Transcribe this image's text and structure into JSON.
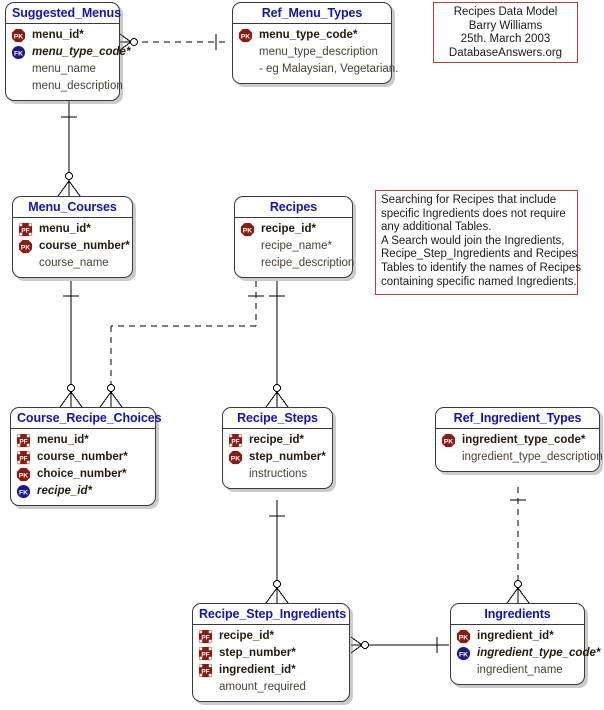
{
  "diagram": {
    "title": "Recipes Data Model",
    "background": "#ffffff",
    "entity_title_color": "#1414b4",
    "pk_color": "#8c1a10",
    "fk_color": "#1a1a8c",
    "note_border_color": "#c33b3b"
  },
  "title_note": {
    "lines": [
      "Recipes Data Model",
      "Barry Williams",
      "25th. March 2003",
      "DatabaseAnswers.org"
    ]
  },
  "search_note": {
    "lines": [
      "Searching for Recipes that include",
      "specific Ingredients does not require",
      "any additional Tables.",
      "A Search would join the Ingredients,",
      "Recipe_Step_Ingredients and Recipes",
      "Tables to identify the names of Recipes",
      "containing specific named Ingredients."
    ]
  },
  "entities": [
    {
      "id": "suggested_menus",
      "name": "Suggested_Menus",
      "attributes": [
        {
          "key": "PK",
          "name": "menu_id*",
          "style": "bold"
        },
        {
          "key": "FK",
          "name": "menu_type_code*",
          "style": "ital"
        },
        {
          "key": "",
          "name": "menu_name",
          "style": "plain"
        },
        {
          "key": "",
          "name": "menu_description",
          "style": "plain"
        }
      ]
    },
    {
      "id": "ref_menu_types",
      "name": "Ref_Menu_Types",
      "attributes": [
        {
          "key": "PK",
          "name": "menu_type_code*",
          "style": "bold"
        },
        {
          "key": "",
          "name": "menu_type_description",
          "style": "plain"
        },
        {
          "key": "",
          "name": "- eg Malaysian, Vegetarian.",
          "style": "plain"
        }
      ]
    },
    {
      "id": "menu_courses",
      "name": "Menu_Courses",
      "attributes": [
        {
          "key": "PF",
          "name": "menu_id*",
          "style": "bold"
        },
        {
          "key": "PK",
          "name": "course_number*",
          "style": "bold"
        },
        {
          "key": "",
          "name": "course_name",
          "style": "plain"
        }
      ]
    },
    {
      "id": "recipes",
      "name": "Recipes",
      "attributes": [
        {
          "key": "PK",
          "name": "recipe_id*",
          "style": "bold"
        },
        {
          "key": "",
          "name": "recipe_name*",
          "style": "plain"
        },
        {
          "key": "",
          "name": "recipe_description",
          "style": "plain"
        }
      ]
    },
    {
      "id": "course_recipe_choices",
      "name": "Course_Recipe_Choices",
      "attributes": [
        {
          "key": "PF",
          "name": "menu_id*",
          "style": "bold"
        },
        {
          "key": "PF",
          "name": "course_number*",
          "style": "bold"
        },
        {
          "key": "PK",
          "name": "choice_number*",
          "style": "bold"
        },
        {
          "key": "FK",
          "name": "recipe_id*",
          "style": "ital"
        }
      ]
    },
    {
      "id": "recipe_steps",
      "name": "Recipe_Steps",
      "attributes": [
        {
          "key": "PF",
          "name": "recipe_id*",
          "style": "bold"
        },
        {
          "key": "PK",
          "name": "step_number*",
          "style": "bold"
        },
        {
          "key": "",
          "name": "instructions",
          "style": "plain"
        }
      ]
    },
    {
      "id": "ref_ingredient_types",
      "name": "Ref_Ingredient_Types",
      "attributes": [
        {
          "key": "PK",
          "name": "ingredient_type_code*",
          "style": "bold"
        },
        {
          "key": "",
          "name": "ingredient_type_description",
          "style": "plain"
        }
      ]
    },
    {
      "id": "recipe_step_ingredients",
      "name": "Recipe_Step_Ingredients",
      "attributes": [
        {
          "key": "PF",
          "name": "recipe_id*",
          "style": "bold"
        },
        {
          "key": "PF",
          "name": "step_number*",
          "style": "bold"
        },
        {
          "key": "PF",
          "name": "ingredient_id*",
          "style": "bold"
        },
        {
          "key": "",
          "name": "amount_required",
          "style": "plain"
        }
      ]
    },
    {
      "id": "ingredients",
      "name": "Ingredients",
      "attributes": [
        {
          "key": "PK",
          "name": "ingredient_id*",
          "style": "bold"
        },
        {
          "key": "FK",
          "name": "ingredient_type_code*",
          "style": "ital"
        },
        {
          "key": "",
          "name": "ingredient_name",
          "style": "plain"
        }
      ]
    }
  ],
  "relationships": [
    {
      "from": "suggested_menus",
      "to": "ref_menu_types",
      "style": "dashed",
      "from_end": "crowfoot-optional",
      "to_end": "one"
    },
    {
      "from": "suggested_menus",
      "to": "menu_courses",
      "style": "solid",
      "from_end": "one",
      "to_end": "crowfoot-optional"
    },
    {
      "from": "menu_courses",
      "to": "course_recipe_choices",
      "style": "solid",
      "from_end": "one",
      "to_end": "crowfoot-optional"
    },
    {
      "from": "recipes",
      "to": "course_recipe_choices",
      "style": "dashed",
      "from_end": "one",
      "to_end": "crowfoot-optional"
    },
    {
      "from": "recipes",
      "to": "recipe_steps",
      "style": "solid",
      "from_end": "one",
      "to_end": "crowfoot-optional"
    },
    {
      "from": "recipe_steps",
      "to": "recipe_step_ingredients",
      "style": "solid",
      "from_end": "one",
      "to_end": "crowfoot-optional"
    },
    {
      "from": "ref_ingredient_types",
      "to": "ingredients",
      "style": "dashed",
      "from_end": "one",
      "to_end": "crowfoot-optional"
    },
    {
      "from": "recipe_step_ingredients",
      "to": "ingredients",
      "style": "solid",
      "from_end": "crowfoot-optional",
      "to_end": "one"
    }
  ]
}
